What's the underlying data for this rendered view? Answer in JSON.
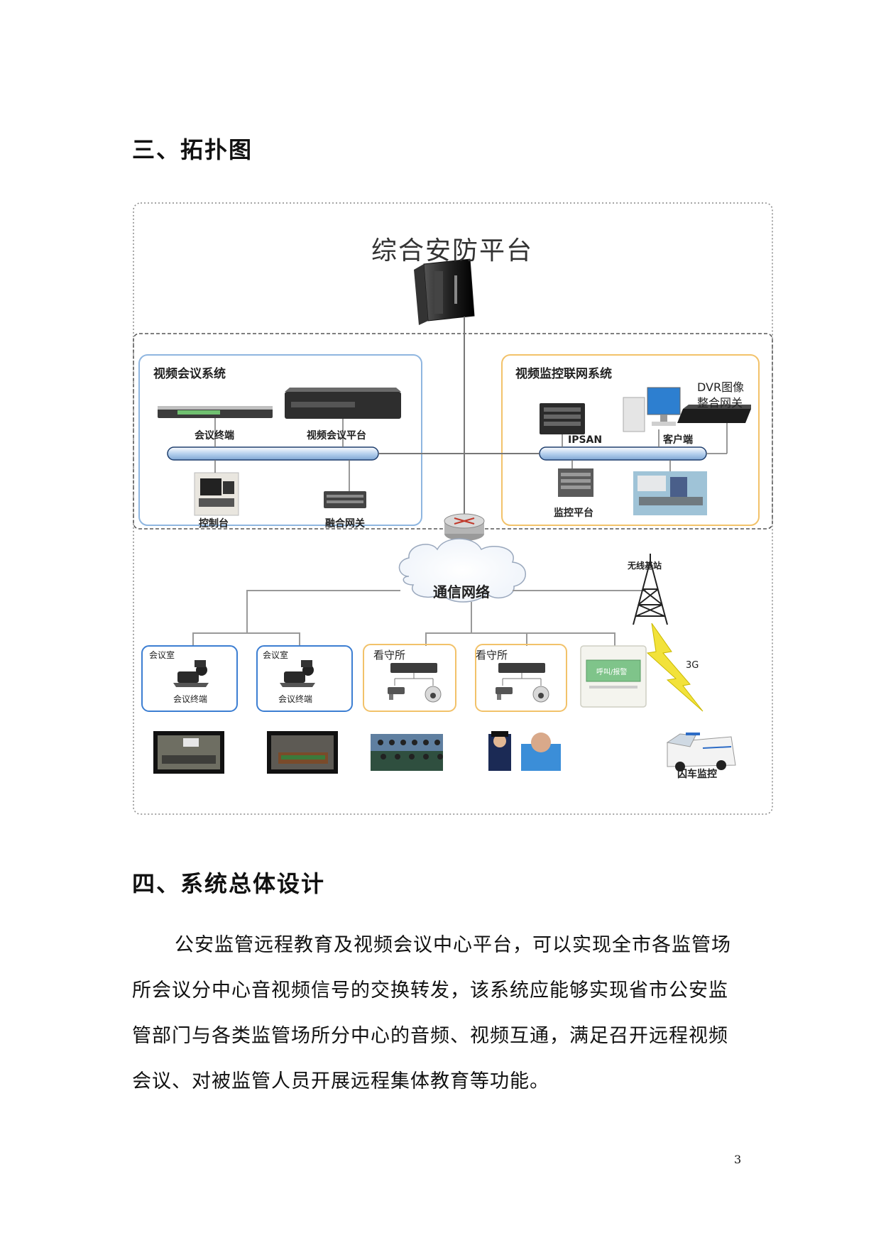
{
  "section3": {
    "heading": "三、拓扑图"
  },
  "diagram": {
    "platform_title": "综合安防平台",
    "video_conf": {
      "title": "视频会议系统",
      "terminal": "会议终端",
      "platform": "视频会议平台",
      "console": "控制台",
      "gateway": "融合网关"
    },
    "video_mon": {
      "title": "视频监控联网系统",
      "ipsan": "IPSAN",
      "client": "客户端",
      "dvr_line1": "DVR图像",
      "dvr_line2": "整合网关",
      "mon_platform": "监控平台"
    },
    "network": "通信网络",
    "wireless": "无线基站",
    "3g": "3G",
    "site1": {
      "title": "会议室",
      "device": "会议终端"
    },
    "site2": {
      "title": "会议室",
      "device": "会议终端"
    },
    "site3": {
      "title": "看守所"
    },
    "site4": {
      "title": "看守所"
    },
    "panel_text": "呼叫/报警",
    "vehicle": "囚车监控"
  },
  "section4": {
    "heading": "四、系统总体设计",
    "paragraph": [
      "公安监管远程教育及视频会议中心平台，可以实现全市各监管场",
      "所会议分中心音视频信号的交换转发，该系统应能够实现省市公安监",
      "管部门与各类监管场所分中心的音频、视频互通，满足召开远程视频",
      "会议、对被监管人员开展远程集体教育等功能。"
    ]
  },
  "page_number": "3",
  "colors": {
    "conf_box": "#8fb6e0",
    "mon_box": "#f2c26a",
    "bus_fill": "#cfe1f3",
    "bus_stroke": "#1f3f6e"
  }
}
